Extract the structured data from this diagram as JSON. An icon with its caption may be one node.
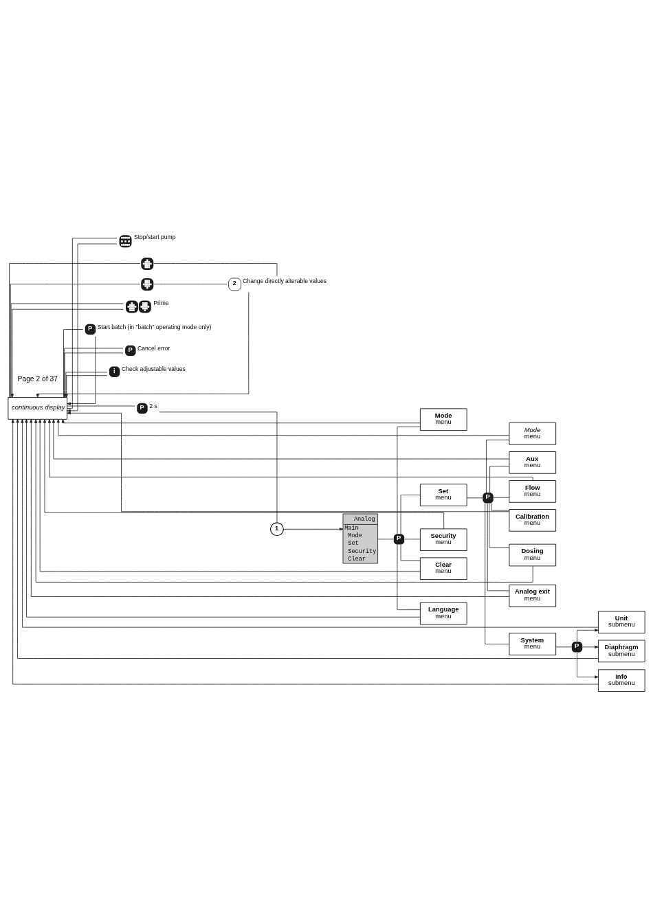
{
  "diagram": {
    "nodes": [
      {
        "text": [
          "continuous display"
        ]
      },
      {
        "text": [],
        "shape": "picture",
        "beside": [
          "Stop/start pump"
        ]
      },
      {
        "text": [],
        "shape": "picture"
      },
      {
        "text": [],
        "shape": "picture"
      },
      {
        "text": [
          "2"
        ],
        "beside": [
          "Change directly alterable values"
        ]
      },
      {
        "text": [],
        "shape": "picture",
        "beside": [
          "Prime"
        ]
      },
      {
        "text": [
          "P"
        ],
        "beside": [
          "Start batch (in \"batch\" operating mode only)"
        ]
      },
      {
        "text": [
          "P"
        ],
        "beside": [
          "Cancel error"
        ]
      },
      {
        "text": [
          "i"
        ],
        "beside": [
          "Check adjustable values"
        ]
      },
      {
        "text": [
          "P"
        ],
        "beside": [
          "2 s"
        ]
      },
      {
        "text": [
          "1"
        ]
      },
      {
        "text": [
          "Analog",
          "Main",
          "Mode",
          "Set",
          "Security",
          "Clear"
        ]
      },
      {
        "text": [
          "P"
        ]
      },
      {
        "text": [
          "Mode",
          "menu"
        ]
      },
      {
        "text": [
          "Set",
          "menu"
        ]
      },
      {
        "text": [
          "P"
        ]
      },
      {
        "text": [
          "Mode",
          "menu"
        ]
      },
      {
        "text": [
          "Aux",
          "menu"
        ]
      },
      {
        "text": [
          "Flow",
          "menu"
        ]
      },
      {
        "text": [
          "Calibration",
          "menu"
        ]
      },
      {
        "text": [
          "Dosing",
          "menu"
        ]
      },
      {
        "text": [
          "Analog exit",
          "menu"
        ]
      },
      {
        "text": [
          "System",
          "menu"
        ]
      },
      {
        "text": [
          "P"
        ]
      },
      {
        "text": [
          "Unit",
          "submenu"
        ]
      },
      {
        "text": [
          "Diaphragm",
          "submenu"
        ]
      },
      {
        "text": [
          "Info",
          "submenu"
        ]
      },
      {
        "text": [
          "Security",
          "menu"
        ]
      },
      {
        "text": [
          "Clear",
          "menu"
        ]
      },
      {
        "text": [
          "Language",
          "menu"
        ]
      }
    ],
    "edges": [
      {
        "from": 0,
        "to": 1,
        "arrow": "none"
      },
      {
        "from": 0,
        "to": 2,
        "arrow": "none"
      },
      {
        "from": 0,
        "to": 3,
        "arrow": "none"
      },
      {
        "from": 0,
        "to": 5,
        "arrow": "none"
      },
      {
        "from": 0,
        "to": 6,
        "arrow": "none"
      },
      {
        "from": 0,
        "to": 7,
        "arrow": "none"
      },
      {
        "from": 0,
        "to": 8,
        "arrow": "none"
      },
      {
        "from": 1,
        "to": 0,
        "arrow": "to"
      },
      {
        "from": 2,
        "to": 4,
        "arrow": "none"
      },
      {
        "from": 3,
        "to": 4,
        "arrow": "none"
      },
      {
        "from": 4,
        "to": 0,
        "arrow": "to"
      },
      {
        "from": 5,
        "to": 0,
        "arrow": "to"
      },
      {
        "from": 6,
        "to": 0,
        "arrow": "to"
      },
      {
        "from": 7,
        "to": 0,
        "arrow": "to"
      },
      {
        "from": 8,
        "to": 0,
        "arrow": "to"
      },
      {
        "from": 0,
        "to": 9,
        "arrow": "none"
      },
      {
        "from": 9,
        "to": 10,
        "arrow": "none"
      },
      {
        "from": 10,
        "to": 11,
        "arrow": "to"
      },
      {
        "from": 11,
        "to": 12,
        "arrow": "none"
      },
      {
        "from": 12,
        "to": 13,
        "arrow": "none"
      },
      {
        "from": 13,
        "to": 0,
        "arrow": "to"
      },
      {
        "from": 12,
        "to": 14,
        "arrow": "none"
      },
      {
        "from": 14,
        "to": 15,
        "arrow": "none"
      },
      {
        "from": 15,
        "to": 16,
        "arrow": "none"
      },
      {
        "from": 15,
        "to": 17,
        "arrow": "none"
      },
      {
        "from": 15,
        "to": 18,
        "arrow": "none"
      },
      {
        "from": 15,
        "to": 19,
        "arrow": "none"
      },
      {
        "from": 15,
        "to": 20,
        "arrow": "none"
      },
      {
        "from": 15,
        "to": 21,
        "arrow": "none"
      },
      {
        "from": 15,
        "to": 22,
        "arrow": "none"
      },
      {
        "from": 16,
        "to": 0,
        "arrow": "to"
      },
      {
        "from": 17,
        "to": 0,
        "arrow": "to"
      },
      {
        "from": 18,
        "to": 0,
        "arrow": "to"
      },
      {
        "from": 19,
        "to": 0,
        "arrow": "to"
      },
      {
        "from": 20,
        "to": 0,
        "arrow": "to"
      },
      {
        "from": 21,
        "to": 0,
        "arrow": "to"
      },
      {
        "from": 22,
        "to": 23,
        "arrow": "none"
      },
      {
        "from": 23,
        "to": 24,
        "arrow": "to"
      },
      {
        "from": 23,
        "to": 25,
        "arrow": "to"
      },
      {
        "from": 23,
        "to": 26,
        "arrow": "to"
      },
      {
        "from": 24,
        "to": 0,
        "arrow": "to"
      },
      {
        "from": 25,
        "to": 0,
        "arrow": "to"
      },
      {
        "from": 26,
        "to": 0,
        "arrow": "to"
      },
      {
        "from": 12,
        "to": 27,
        "arrow": "none"
      },
      {
        "from": 27,
        "to": 0,
        "arrow": "to"
      },
      {
        "from": 12,
        "to": 28,
        "arrow": "none"
      },
      {
        "from": 28,
        "to": 0,
        "arrow": "to"
      },
      {
        "from": 12,
        "to": 29,
        "arrow": "none"
      },
      {
        "from": 29,
        "to": 0,
        "arrow": "to"
      }
    ],
    "labels": [
      "Page 2 of 37"
    ]
  }
}
